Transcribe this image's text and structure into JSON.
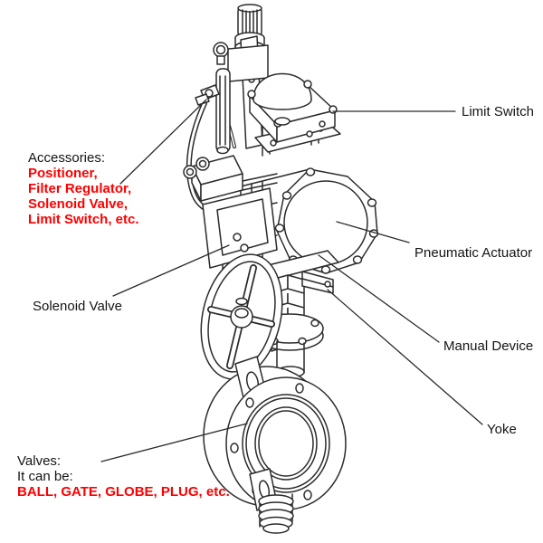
{
  "diagram": {
    "background": "#ffffff",
    "colors": {
      "label_text": "#141414",
      "accent_red": "#fe0000",
      "line_art": "#2b2b2b"
    },
    "callouts": {
      "limit_switch": "Limit Switch",
      "pneumatic_actuator": "Pneumatic Actuator",
      "manual_device": "Manual Device",
      "yoke": "Yoke",
      "solenoid_valve": "Solenoid Valve"
    },
    "accessories": {
      "heading": "Accessories:",
      "items": [
        "Positioner,",
        "Filter Regulator,",
        "Solenoid Valve,",
        "Limit Switch, etc."
      ]
    },
    "valves": {
      "heading": "Valves:",
      "subheading": "It can be:",
      "types": "BALL, GATE, GLOBE, PLUG, etc."
    }
  }
}
